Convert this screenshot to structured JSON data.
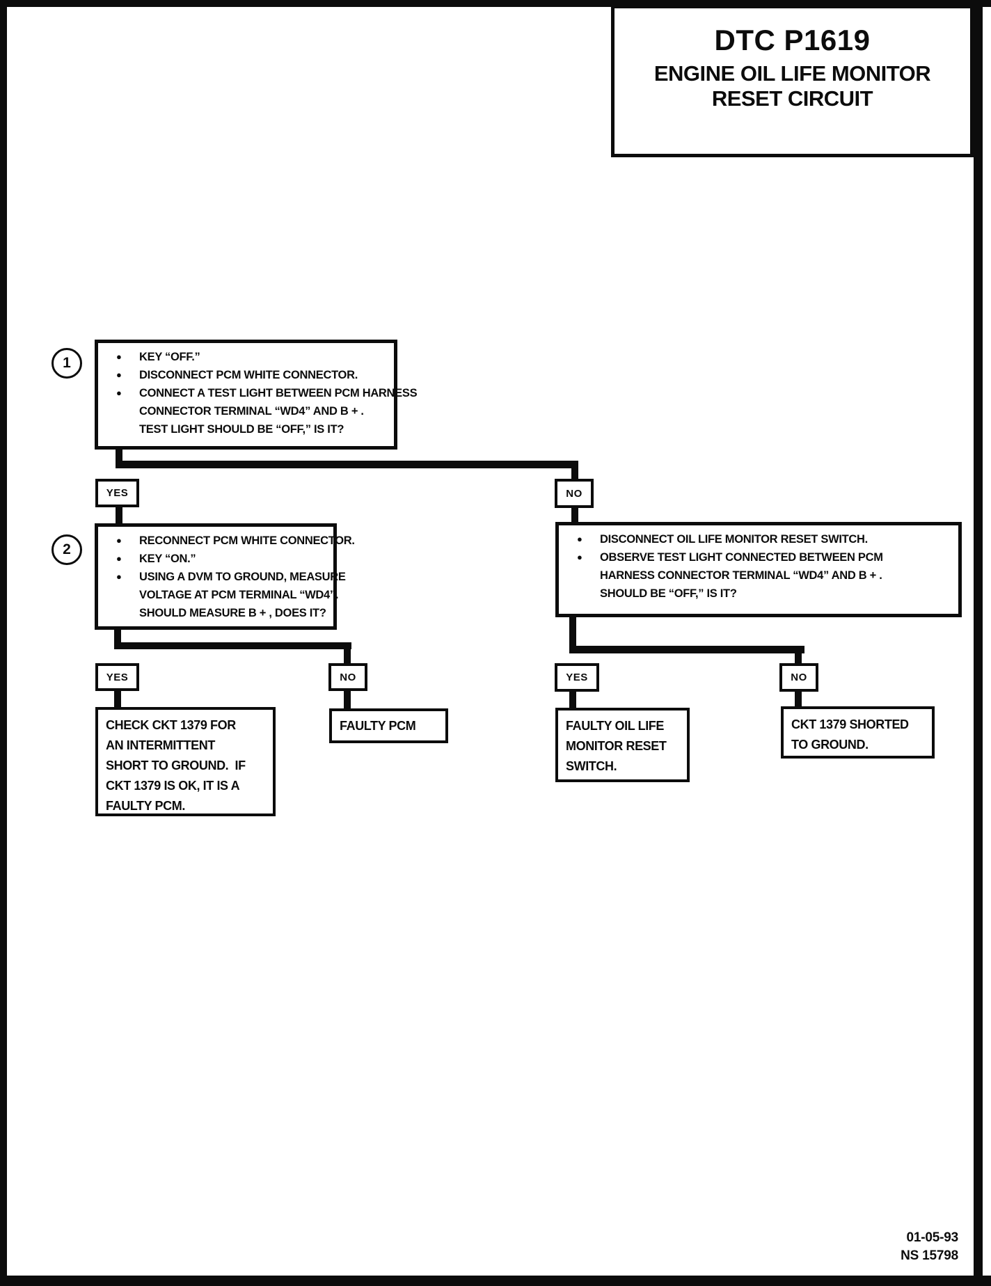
{
  "title": {
    "code": "DTC P1619",
    "name_line1": "ENGINE OIL LIFE MONITOR",
    "name_line2": "RESET CIRCUIT"
  },
  "labels": {
    "yes": "YES",
    "no": "NO"
  },
  "steps": [
    {
      "number": "1",
      "lines": [
        {
          "bullet": "●",
          "text": "KEY “OFF.”"
        },
        {
          "bullet": "●",
          "text": "DISCONNECT PCM WHITE CONNECTOR."
        },
        {
          "bullet": "●",
          "text": "CONNECT A TEST LIGHT BETWEEN PCM HARNESS"
        },
        {
          "bullet": "",
          "text": "CONNECTOR TERMINAL “WD4” AND B + ."
        },
        {
          "bullet": "",
          "text": "TEST LIGHT SHOULD BE “OFF,” IS IT?"
        }
      ]
    },
    {
      "number": "2",
      "lines": [
        {
          "bullet": "●",
          "text": "RECONNECT PCM WHITE CONNECTOR."
        },
        {
          "bullet": "●",
          "text": "KEY “ON.”"
        },
        {
          "bullet": "●",
          "text": "USING A DVM TO GROUND, MEASURE"
        },
        {
          "bullet": "",
          "text": "VOLTAGE AT PCM TERMINAL “WD4”."
        },
        {
          "bullet": "",
          "text": "SHOULD MEASURE B + , DOES IT?"
        }
      ]
    }
  ],
  "no_branch_box": {
    "lines": [
      {
        "bullet": "●",
        "text": "DISCONNECT OIL LIFE MONITOR RESET SWITCH."
      },
      {
        "bullet": "●",
        "text": "OBSERVE TEST LIGHT CONNECTED BETWEEN PCM"
      },
      {
        "bullet": "",
        "text": "HARNESS CONNECTOR TERMINAL “WD4” AND B + ."
      },
      {
        "bullet": "",
        "text": "SHOULD BE “OFF,” IS IT?"
      }
    ]
  },
  "terminals": {
    "check_ckt": {
      "lines": [
        "CHECK CKT 1379 FOR",
        "AN INTERMITTENT",
        "SHORT TO GROUND.  IF",
        "CKT 1379 IS OK, IT IS A",
        "FAULTY PCM."
      ]
    },
    "faulty_pcm": {
      "text": "FAULTY PCM"
    },
    "faulty_switch": {
      "lines": [
        "FAULTY OIL LIFE",
        "MONITOR RESET",
        "SWITCH."
      ]
    },
    "ckt_shorted": {
      "lines": [
        "CKT 1379 SHORTED",
        "TO GROUND."
      ]
    }
  },
  "footer": {
    "date": "01-05-93",
    "doc_number": "NS 15798"
  }
}
